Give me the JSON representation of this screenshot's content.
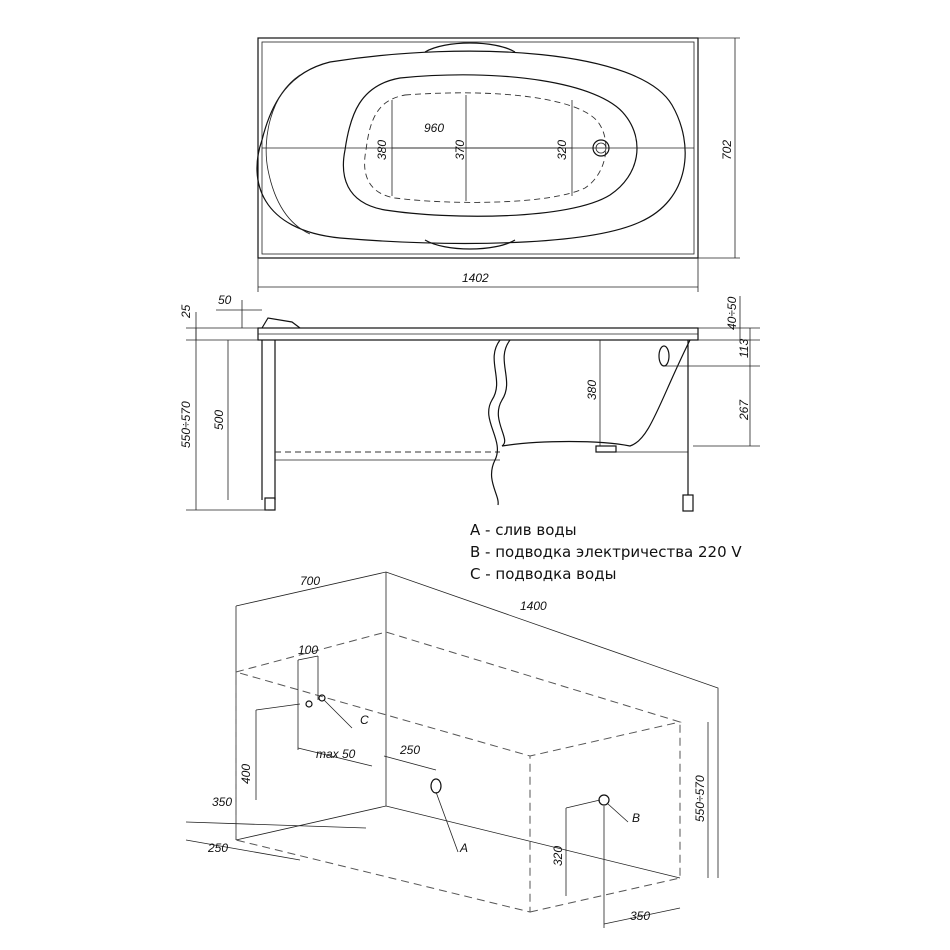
{
  "top_view": {
    "dim_length": "1402",
    "dim_width": "702",
    "dim_bowl_length": "960",
    "dim_bowl_left": "380",
    "dim_bowl_center": "370",
    "dim_bowl_right": "320"
  },
  "side_view": {
    "dim_rim_offset": "50",
    "dim_rim_thickness": "25",
    "dim_total_height": "550÷570",
    "dim_frame_height": "500",
    "dim_depth": "380",
    "dim_rim_range": "40÷50",
    "dim_rim_to_drain": "113",
    "dim_drain_height": "267"
  },
  "legend": [
    "A - слив воды",
    "B - подводка электричества 220 V",
    "C - подводка воды"
  ],
  "install_view": {
    "dim_depth": "700",
    "dim_length": "1400",
    "dim_pipe_spacing": "100",
    "dim_pipe_max": "max 50",
    "dim_pipe_height": "400",
    "dim_left_offset_1": "350",
    "dim_left_offset_2": "250",
    "dim_drain_offset": "250",
    "dim_height": "550÷570",
    "dim_socket_height": "320",
    "dim_socket_offset": "350",
    "label_a": "A",
    "label_b": "B",
    "label_c": "C"
  }
}
